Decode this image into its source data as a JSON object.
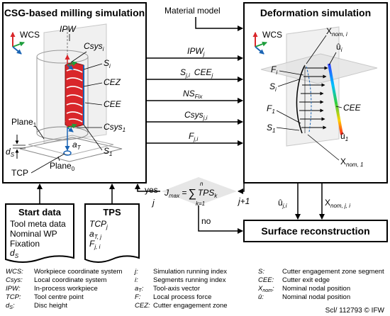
{
  "boxes": {
    "csg": {
      "title": "CSG-based milling simulation"
    },
    "deformation": {
      "title": "Deformation simulation"
    },
    "surface": {
      "title": "Surface reconstruction"
    }
  },
  "material_model": "Material model",
  "csg_labels": {
    "wcs": "WCS",
    "ipw": "IPW",
    "csys_i": "Csys",
    "csys_i_sub": "i",
    "s_i": "S",
    "s_i_sub": "i",
    "cez": "CEZ",
    "cee": "CEE",
    "csys_1": "Csys",
    "csys_1_sub": "1",
    "plane1": "Plane",
    "plane1_sub": "1",
    "plane0": "Plane",
    "plane0_sub": "0",
    "a_t": "a",
    "a_t_sub": "T",
    "s_1": "S",
    "s_1_sub": "1",
    "d_s": "d",
    "d_s_sub": "S",
    "tcp": "TCP"
  },
  "def_labels": {
    "wcs": "WCS",
    "xnom_i": "X",
    "xnom_i_sub": "nom, i",
    "u_i": "û",
    "u_i_sub": "i",
    "f_i": "F",
    "f_i_sub": "i",
    "s_i": "S",
    "s_i_sub": "i",
    "f_1": "F",
    "f_1_sub": "1",
    "cee": "CEE",
    "s_1": "S",
    "s_1_sub": "1",
    "u_1": "û",
    "u_1_sub": "1",
    "xnom_1": "X",
    "xnom_1_sub": "nom, 1"
  },
  "transfers": [
    {
      "main": "IPW",
      "sub": "j"
    },
    {
      "main": "S",
      "sub": "j,i",
      "extra": "CEE",
      "extra_sub": "j"
    },
    {
      "main": "NS",
      "sub": "Fix"
    },
    {
      "main": "Csys",
      "sub": "j,i"
    },
    {
      "main": "F",
      "sub": "j,i"
    }
  ],
  "loop": {
    "yes": "yes",
    "no": "no",
    "j": "j",
    "j_plus": "j+1",
    "jmax": "J",
    "jmax_sub": "max",
    "sum_top": "n",
    "sum_bottom": "k=1",
    "tps": "TPS",
    "tps_sub": "k"
  },
  "outputs": {
    "u": "û",
    "u_sub": "j,i",
    "x": "X",
    "x_sub": "nom, j, i"
  },
  "start_data": {
    "title": "Start data",
    "lines": [
      "Tool meta data",
      "Nominal WP",
      "Fixation"
    ],
    "ds": "d",
    "ds_sub": "S"
  },
  "tps_box": {
    "title": "TPS",
    "l1": "TCP",
    "l1_sub": "j",
    "l2": "a",
    "l2_sub": "T, j",
    "l3": "F",
    "l3_sub": "j, i"
  },
  "legend": [
    {
      "abbr": "WCS:",
      "desc": "Workpiece coordinate system"
    },
    {
      "abbr": "Csys:",
      "desc": "Local coordinate system"
    },
    {
      "abbr": "IPW:",
      "desc": "In-process workpiece"
    },
    {
      "abbr": "TCP:",
      "desc": "Tool centre point"
    },
    {
      "abbr": "d",
      "abbr_sub": "S",
      "abbr_tail": ":",
      "desc": "Disc height"
    },
    {
      "abbr": "j:",
      "desc": "Simulation running index"
    },
    {
      "abbr": "i:",
      "desc": "Segments running index"
    },
    {
      "abbr": "a",
      "abbr_sub": "T",
      "abbr_tail": ":",
      "desc": "Tool-axis vector"
    },
    {
      "abbr": "F:",
      "desc": "Local process force"
    },
    {
      "abbr": "CEZ:",
      "desc": "Cutter engagement zone"
    },
    {
      "abbr": "S:",
      "desc": "Cutter engagement zone segment"
    },
    {
      "abbr": "CEE:",
      "desc": "Cutter exit edge"
    },
    {
      "abbr": "X",
      "abbr_sub": "nom",
      "abbr_tail": ":",
      "desc": "Nominal nodal position"
    },
    {
      "abbr": "û:",
      "desc": "Nominal nodal position"
    }
  ],
  "credit": "Scl/ 112793 © IFW",
  "colors": {
    "red": "#d9262a",
    "blue": "#1a64b4",
    "green": "#1e9e3c",
    "box_stroke": "#000000"
  }
}
